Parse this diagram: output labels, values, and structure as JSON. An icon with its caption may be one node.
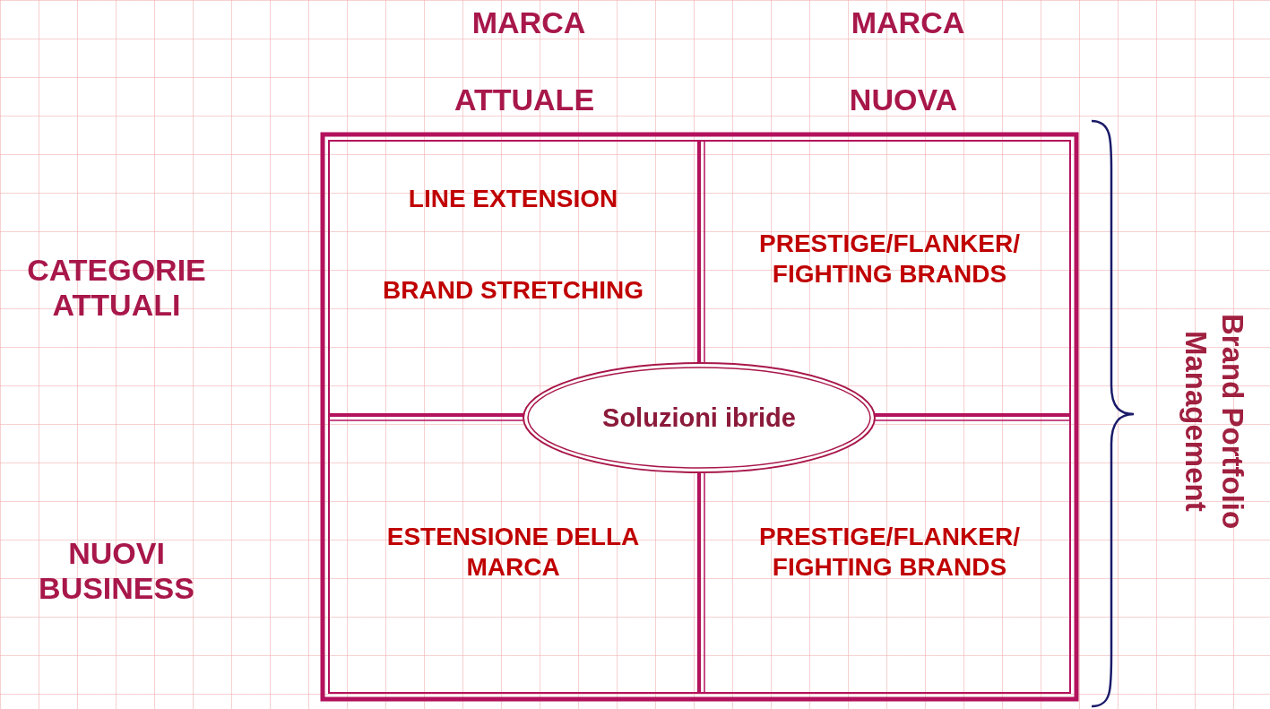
{
  "diagram": {
    "nodes": [
      {
        "text": [
          "LINE EXTENSION",
          "BRAND STRETCHING"
        ]
      },
      {
        "text": [
          "PRESTIGE/FLANKER/ FIGHTING BRANDS"
        ]
      },
      {
        "text": [
          "ESTENSIONE DELLA MARCA"
        ]
      },
      {
        "text": [
          "PRESTIGE/FLANKER/ FIGHTING BRANDS"
        ]
      },
      {
        "text": [
          "Soluzioni ibride"
        ]
      }
    ],
    "edges": [],
    "labels": [
      "MARCA",
      "MARCA",
      "ATTUALE",
      "NUOVA",
      "CATEGORIE ATTUALI",
      "Brand Portfolio Management",
      "NUOVI BUSINESS"
    ]
  }
}
